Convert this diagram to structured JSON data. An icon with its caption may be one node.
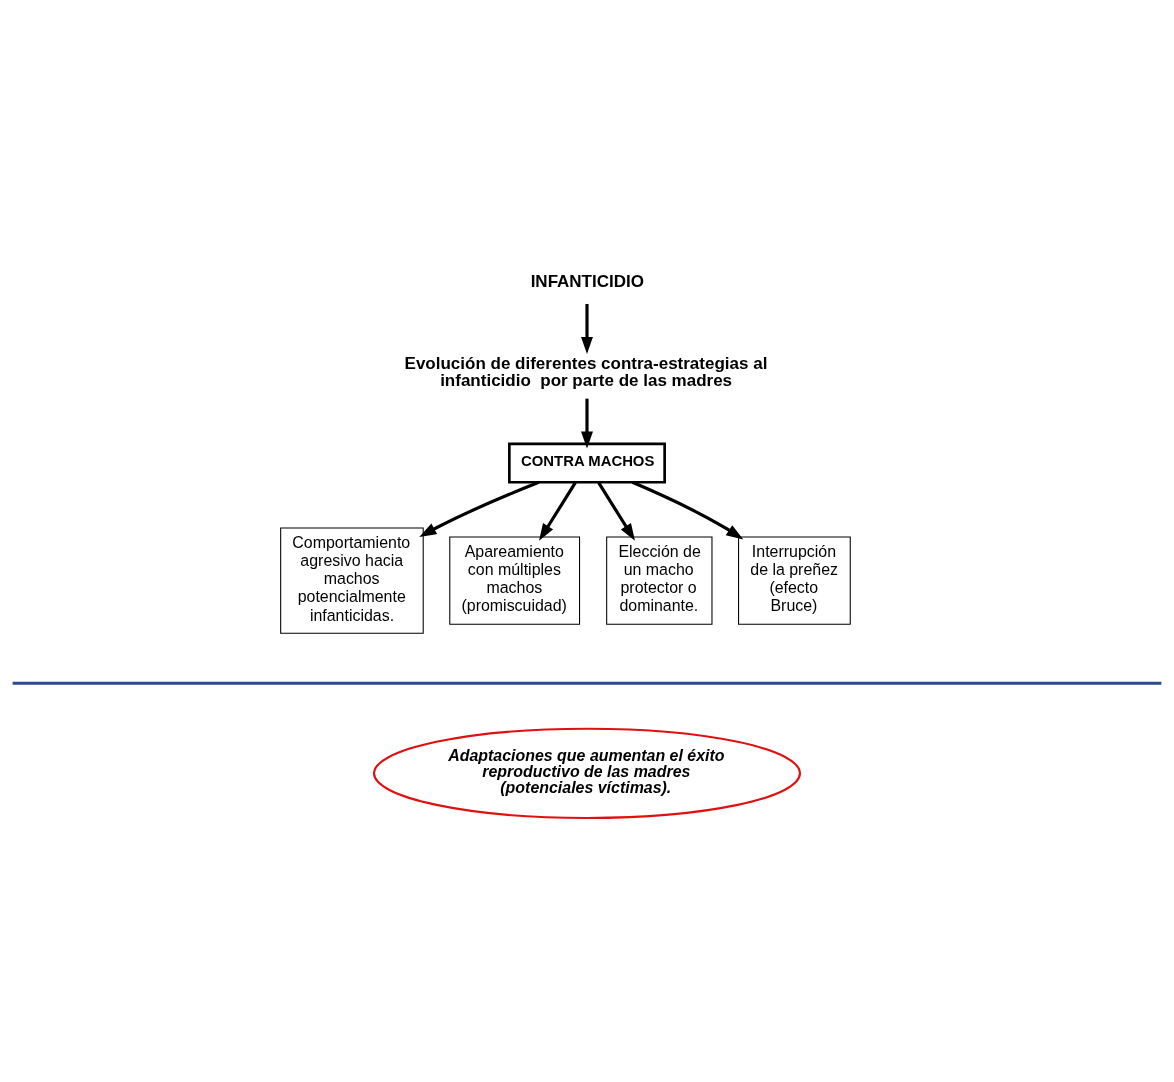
{
  "diagram": {
    "nodes": [
      {
        "text": [
          "INFANTICIDIO"
        ]
      },
      {
        "text": [
          "Evolución de diferentes contra-estrategias al  infanticidio  por parte de las madres"
        ]
      },
      {
        "text": [
          "CONTRA MACHOS"
        ]
      },
      {
        "text": [
          "Comportamiento agresivo hacia machos potencialmente infanticidas."
        ]
      },
      {
        "text": [
          "Apareamiento con múltiples machos (promiscuidad)"
        ]
      },
      {
        "text": [
          "Elección de un macho protector o dominante."
        ]
      },
      {
        "text": [
          "Interrupción de la preñez (efecto Bruce)"
        ]
      },
      {
        "text": [
          "Adaptaciones que aumentan el éxito reproductivo de las madres (potenciales víctimas)."
        ]
      }
    ],
    "edges": [
      {
        "from": 0,
        "to": 1,
        "arrow": "to"
      },
      {
        "from": 1,
        "to": 2,
        "arrow": "to"
      },
      {
        "from": 2,
        "to": 3,
        "arrow": "to"
      },
      {
        "from": 2,
        "to": 4,
        "arrow": "to"
      },
      {
        "from": 2,
        "to": 5,
        "arrow": "to"
      },
      {
        "from": 2,
        "to": 6,
        "arrow": "to"
      }
    ]
  }
}
